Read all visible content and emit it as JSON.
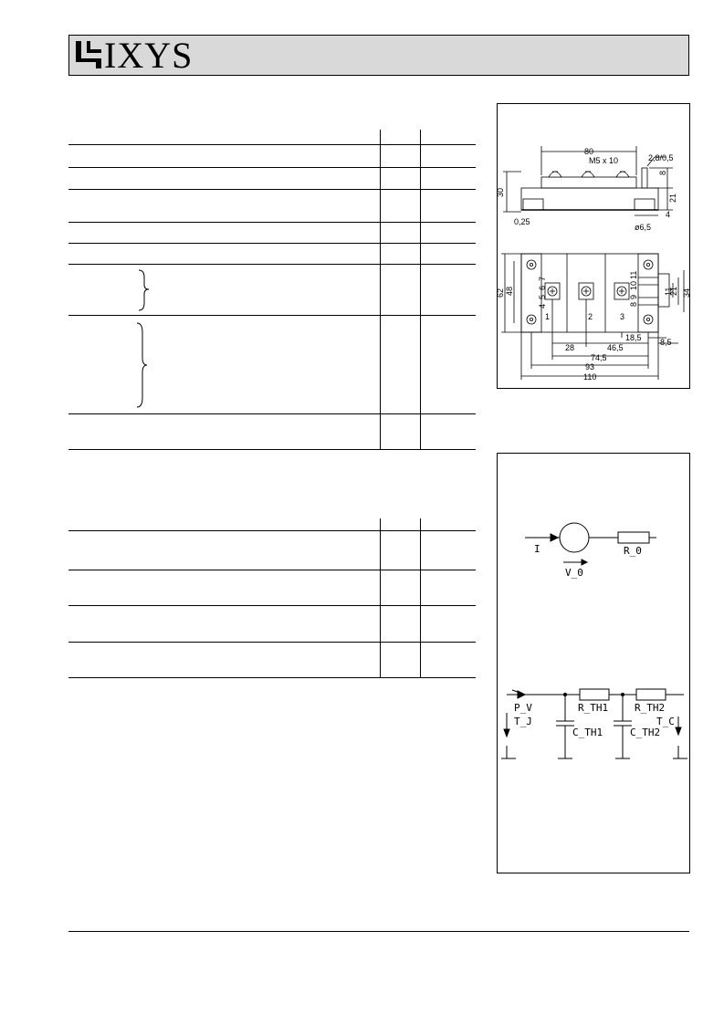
{
  "header": {
    "brand": "IXYS",
    "logo": "ixys-logo-icon",
    "background": "#d9d9d9"
  },
  "dimension_drawing": {
    "side_view": {
      "d_80": "80",
      "screw": "M5 x 10",
      "d_2_8": "2,8/0,5",
      "d_8": "8",
      "d_30": "30",
      "d_21": "21",
      "d_4": "4",
      "d_0_25": "0,25",
      "d_6_5": "ø6,5"
    },
    "top_view": {
      "d_62": "62",
      "d_48": "48",
      "d_11": "11",
      "d_21": "21",
      "d_34": "34",
      "d_18_5": "18,5",
      "d_28": "28",
      "d_46_5": "46,5",
      "d_8_5": "8,5",
      "d_74_5": "74,5",
      "d_93": "93",
      "d_110": "110",
      "pin_1": "1",
      "pin_2": "2",
      "pin_3": "3",
      "pin_4": "4",
      "pin_5": "5",
      "pin_6": "6",
      "pin_7": "7",
      "pin_8": "8",
      "pin_9": "9",
      "pin_10": "10",
      "pin_11": "11"
    }
  },
  "equivalent_circuit": {
    "current": "I",
    "r0": "R_0",
    "v0": "V_0",
    "pv": "P_V",
    "tj": "T_J",
    "rth1": "R_TH1",
    "rth2": "R_TH2",
    "tc": "T_C",
    "cth1": "C_TH1",
    "cth2": "C_TH2"
  }
}
